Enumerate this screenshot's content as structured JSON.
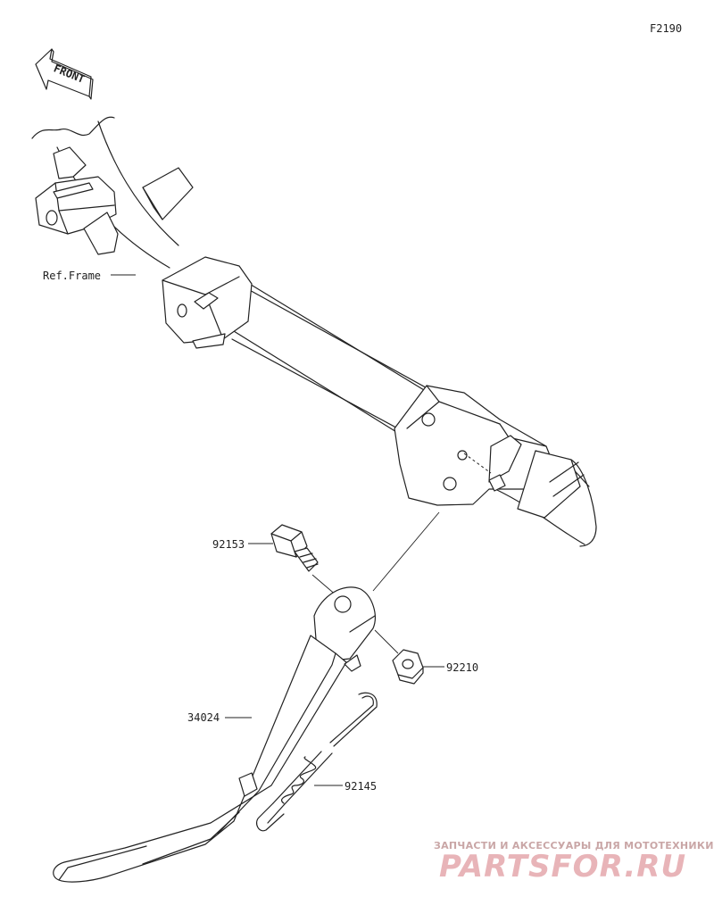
{
  "figure_code": "F2190",
  "front_label": "FRONT",
  "labels": {
    "frame": "Ref.Frame",
    "bolt": "92153",
    "nut": "92210",
    "stand": "34024",
    "spring": "92145"
  },
  "watermark": {
    "line1": "ЗАПЧАСТИ И АКСЕССУАРЫ ДЛЯ МОТОТЕХНИКИ",
    "line2": "PARTSFOR.RU"
  }
}
